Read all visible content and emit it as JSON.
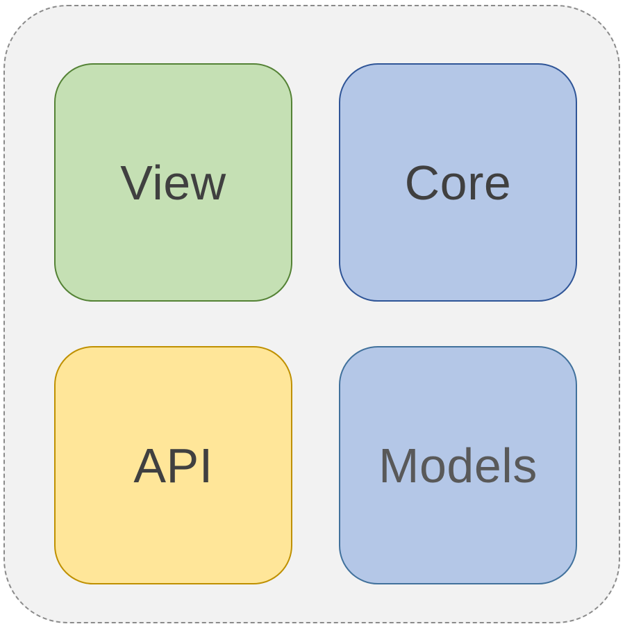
{
  "diagram": {
    "container": {
      "fill": "#f2f2f2",
      "border_color": "#8a8a8a",
      "border_style": "dashed"
    },
    "modules": [
      {
        "id": "view",
        "label": "View",
        "fill": "#c5e0b4",
        "border": "#548235"
      },
      {
        "id": "core",
        "label": "Core",
        "fill": "#b4c7e7",
        "border": "#2f5597"
      },
      {
        "id": "api",
        "label": "API",
        "fill": "#ffe699",
        "border": "#bf9000"
      },
      {
        "id": "models",
        "label": "Models",
        "fill": "#b4c7e7",
        "border": "#41719c"
      }
    ]
  }
}
